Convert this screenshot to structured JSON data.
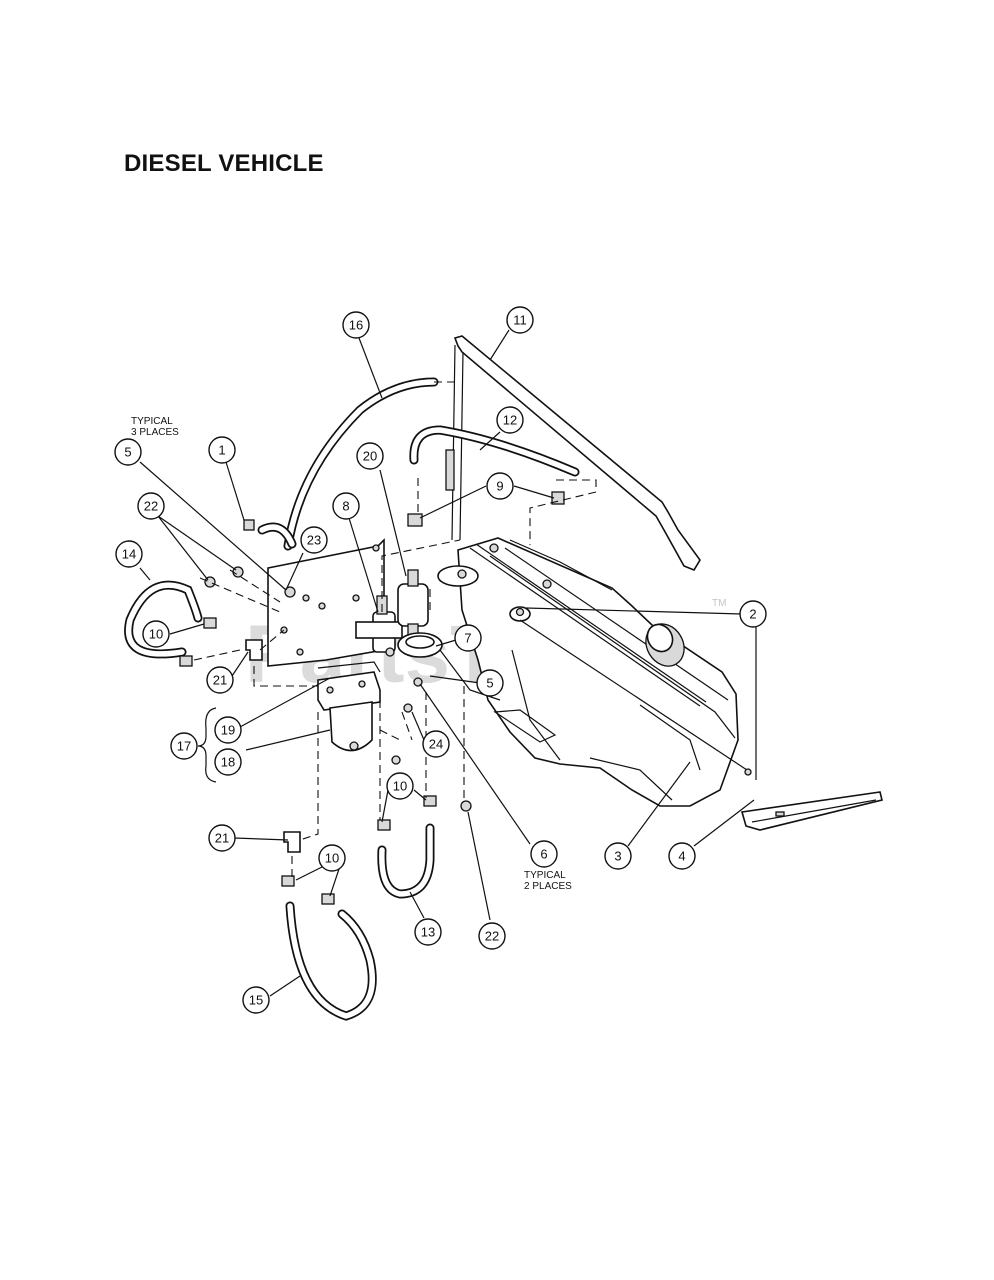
{
  "title": "DIESEL VEHICLE",
  "watermark": {
    "text": "PartsTree",
    "tm": "TM"
  },
  "notes": {
    "typical_3_places": [
      "TYPICAL",
      "3 PLACES"
    ],
    "typical_2_places": [
      "TYPICAL",
      "2 PLACES"
    ]
  },
  "callouts": {
    "c1": "1",
    "c2": "2",
    "c3": "3",
    "c4": "4",
    "c5a": "5",
    "c5b": "5",
    "c6": "6",
    "c7": "7",
    "c8": "8",
    "c9": "9",
    "c10a": "10",
    "c10b": "10",
    "c10c": "10",
    "c11": "11",
    "c12": "12",
    "c13": "13",
    "c14": "14",
    "c15": "15",
    "c16": "16",
    "c17": "17",
    "c18": "18",
    "c19": "19",
    "c20": "20",
    "c21a": "21",
    "c21b": "21",
    "c22a": "22",
    "c22b": "22",
    "c23": "23",
    "c24": "24"
  }
}
